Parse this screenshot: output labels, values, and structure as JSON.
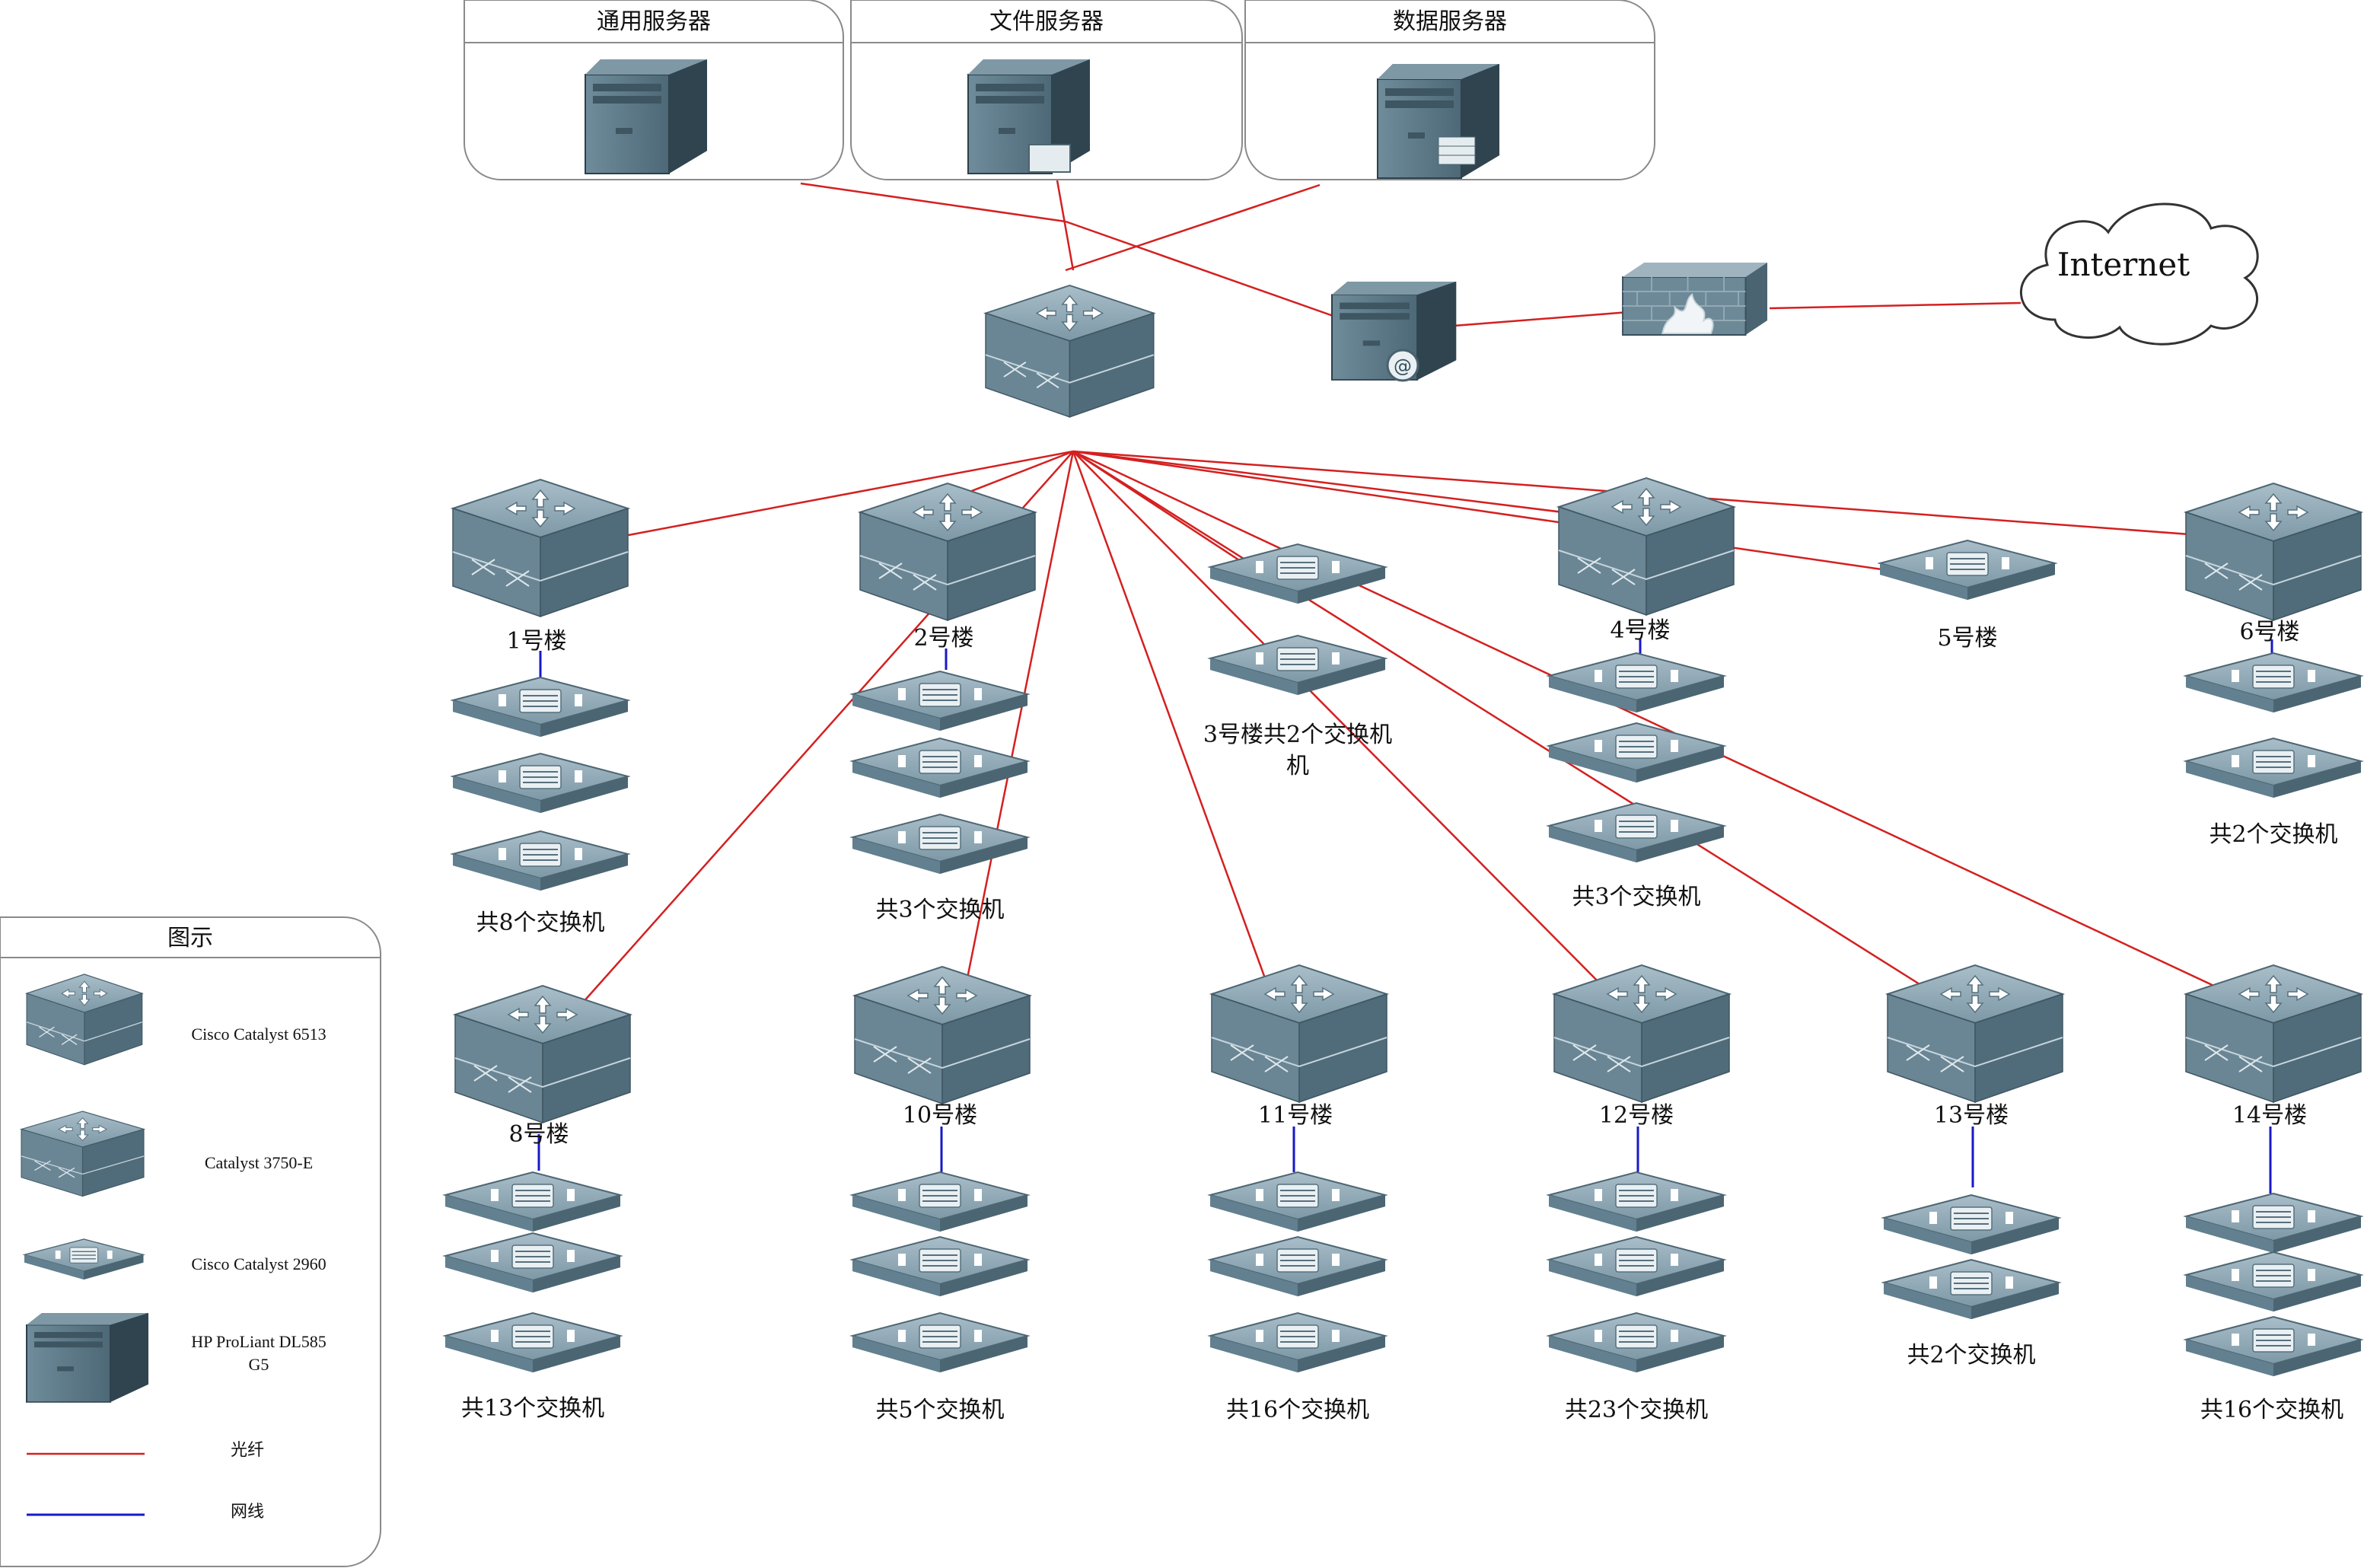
{
  "server_groups": [
    {
      "key": "general",
      "label": "通用服务器",
      "icon": "server-icon"
    },
    {
      "key": "file",
      "label": "文件服务器",
      "icon": "file-server-icon"
    },
    {
      "key": "data",
      "label": "数据服务器",
      "icon": "database-server-icon"
    }
  ],
  "internet": {
    "label": "Internet",
    "icon": "cloud-icon"
  },
  "edge": {
    "mail_server_icon": "mail-server-icon",
    "firewall_icon": "firewall-icon"
  },
  "core_switch": {
    "icon": "core-switch-icon"
  },
  "buildings": [
    {
      "id": "b1",
      "label": "1号楼",
      "count_label": "共8个交换机"
    },
    {
      "id": "b2",
      "label": "2号楼",
      "count_label": "共3个交换机"
    },
    {
      "id": "b3",
      "label": "3号楼共2个交换机"
    },
    {
      "id": "b4",
      "label": "4号楼",
      "count_label": "共3个交换机"
    },
    {
      "id": "b5",
      "label": "5号楼"
    },
    {
      "id": "b6",
      "label": "6号楼",
      "count_label": "共2个交换机"
    },
    {
      "id": "b8",
      "label": "8号楼",
      "count_label": "共13个交换机"
    },
    {
      "id": "b10",
      "label": "10号楼",
      "count_label": "共5个交换机"
    },
    {
      "id": "b11",
      "label": "11号楼",
      "count_label": "共16个交换机"
    },
    {
      "id": "b12",
      "label": "12号楼",
      "count_label": "共23个交换机"
    },
    {
      "id": "b13",
      "label": "13号楼",
      "count_label": "共2个交换机"
    },
    {
      "id": "b14",
      "label": "14号楼",
      "count_label": "共16个交换机"
    }
  ],
  "legend": {
    "title": "图示",
    "items": [
      {
        "icon": "cisco-catalyst-6513-icon",
        "label": "Cisco Catalyst 6513"
      },
      {
        "icon": "catalyst-3750e-icon",
        "label": "Catalyst 3750-E"
      },
      {
        "icon": "cisco-catalyst-2960-icon",
        "label": "Cisco Catalyst 2960"
      },
      {
        "icon": "hp-proliant-server-icon",
        "label_line1": "HP ProLiant DL585",
        "label_line2": "G5"
      },
      {
        "line": "fiber",
        "label": "光纤",
        "color": "#d42020"
      },
      {
        "line": "lan",
        "label": "网线",
        "color": "#1818c8"
      }
    ]
  },
  "colors": {
    "fiber": "#d42020",
    "lan": "#1818c8",
    "device": "#5f7c8c",
    "device_top": "#8fa8b5"
  }
}
